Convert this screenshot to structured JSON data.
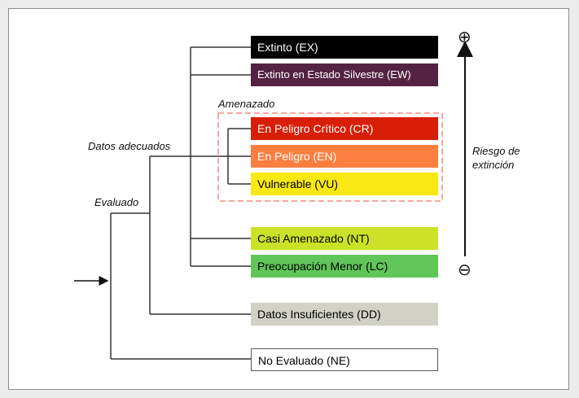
{
  "categories": [
    {
      "key": "ex",
      "label": "Extinto (EX)",
      "bg": "#000000",
      "fg": "#ffffff"
    },
    {
      "key": "ew",
      "label": "Extinto en Estado Silvestre (EW)",
      "bg": "#542344",
      "fg": "#ffffff"
    },
    {
      "key": "cr",
      "label": "En Peligro Crítico (CR)",
      "bg": "#d81e05",
      "fg": "#ffffff"
    },
    {
      "key": "en",
      "label": "En Peligro (EN)",
      "bg": "#fc7f3f",
      "fg": "#ffffff"
    },
    {
      "key": "vu",
      "label": "Vulnerable (VU)",
      "bg": "#f9e814",
      "fg": "#000000"
    },
    {
      "key": "nt",
      "label": "Casi Amenazado (NT)",
      "bg": "#cce226",
      "fg": "#000000"
    },
    {
      "key": "lc",
      "label": "Preocupación Menor (LC)",
      "bg": "#60c659",
      "fg": "#000000"
    },
    {
      "key": "dd",
      "label": "Datos Insuficientes (DD)",
      "bg": "#d1d1c6",
      "fg": "#000000"
    },
    {
      "key": "ne",
      "label": "No Evaluado (NE)",
      "bg": "#ffffff",
      "fg": "#000000"
    }
  ],
  "labels": {
    "amenazado": "Amenazado",
    "datos_adecuados": "Datos adecuados",
    "evaluado": "Evaluado",
    "riesgo_line1": "Riesgo de",
    "riesgo_line2": "extinción"
  },
  "scale": {
    "plus": "⊕",
    "minus": "⊖"
  },
  "colors": {
    "threat_dash": "#f28b82",
    "line": "#333333"
  }
}
